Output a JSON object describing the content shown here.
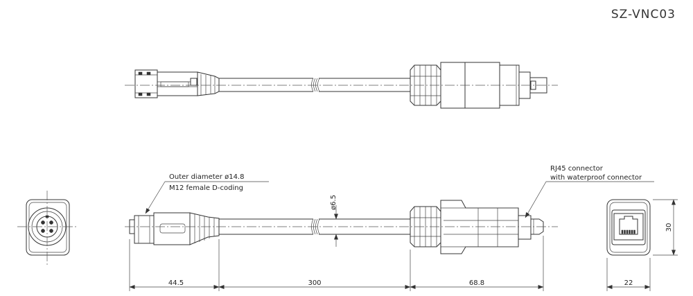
{
  "title": "SZ-VNC03",
  "callouts": {
    "left_line1": "Outer diameter ø14.8",
    "left_line2": "M12 female D-coding",
    "right_line1": "RJ45 connector",
    "right_line2": "with waterproof connector"
  },
  "dimensions": {
    "left_length": "44.5",
    "cable_length": "300",
    "right_length": "68.8",
    "cable_diameter": "ø6.5",
    "end_width": "22",
    "end_height": "30"
  }
}
